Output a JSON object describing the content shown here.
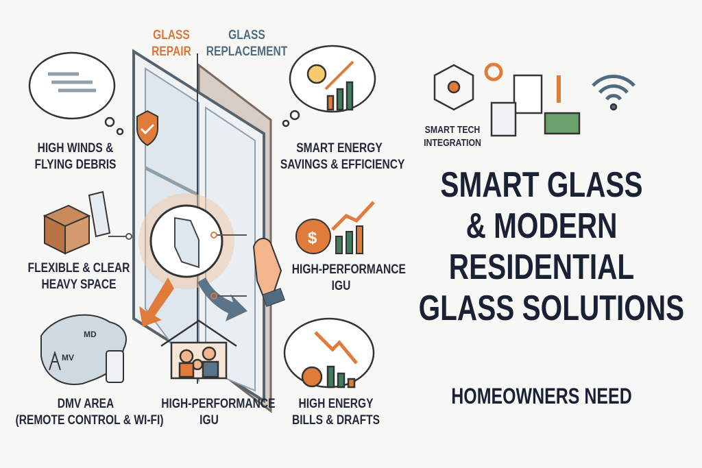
{
  "header": {
    "repair": [
      "GLASS",
      "REPAIR"
    ],
    "replacement": [
      "GLASS",
      "REPLACEMENT"
    ]
  },
  "labels": {
    "winds": [
      "HIGH WINDS &",
      "FLYING DEBRIS"
    ],
    "flexible": [
      "FLEXIBLE & CLEAR",
      "HEAVY SPACE"
    ],
    "dmv": [
      "DMV AREA",
      "(REMOTE CONTROL & WI-FI)"
    ],
    "igu_bottom": [
      "HIGH-PERFORMANCE",
      "IGU"
    ],
    "smart_energy": [
      "SMART ENERGY",
      "SAVINGS & EFFICIENCY"
    ],
    "igu_right": [
      "HIGH-PERFORMANCE",
      "IGU"
    ],
    "bills": [
      "HIGH ENERGY",
      "BILLS & DRAFTS"
    ],
    "map_md": "MD",
    "map_mv": "MV",
    "smart_tech": [
      "SMART TECH",
      "INTEGRATION"
    ]
  },
  "title": {
    "lines": [
      "SMART GLASS",
      "& MODERN",
      "RESIDENTIAL",
      "GLASS SOLUTIONS"
    ],
    "subtitle": "HOMEOWNERS NEED"
  },
  "colors": {
    "orange": "#d9773a",
    "bluegray": "#4f6b80",
    "text": "#1c2233",
    "green": "#3f7d5c"
  }
}
